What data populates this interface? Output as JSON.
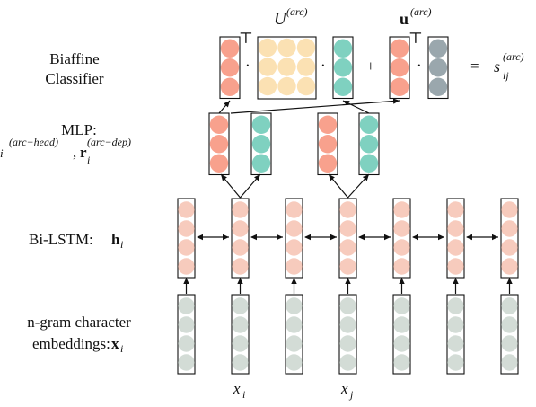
{
  "labels": {
    "biaffine_line1": "Biaffine",
    "biaffine_line2": "Classifier",
    "mlp_line1": "MLP:",
    "mlp_head_sub": "i",
    "mlp_head_sup": "(arc−head)",
    "mlp_sep": ",",
    "mlp_dep_base": "r",
    "mlp_dep_sub": "i",
    "mlp_dep_sup": "(arc−dep)",
    "bilstm_text": "Bi-LSTM:",
    "bilstm_sym": "h",
    "bilstm_sub": "i",
    "ngram_line1": "n-gram character",
    "ngram_line2": "embeddings:",
    "ngram_sym": "x",
    "ngram_sub": "i"
  },
  "equation": {
    "U_base": "U",
    "U_sup": "(arc)",
    "u_base": "u",
    "u_sup": "(arc)",
    "transpose1": "⊤",
    "transpose2": "⊤",
    "dot1": "·",
    "dot2": "·",
    "dot3": "·",
    "plus": "+",
    "equals": "=",
    "s_base": "s",
    "s_sup": "(arc)",
    "s_sub": "ij"
  },
  "tokens": {
    "xi_base": "x",
    "xi_sub": "i",
    "xj_base": "x",
    "xj_sub": "j"
  },
  "colors": {
    "salmon": "#f8a18d",
    "teal": "#7fd1c0",
    "cream": "#fbe1b3",
    "gray_blue": "#9aa7ad",
    "lstm_pink": "#f7cbbd",
    "embed_gray": "#d3dcd6"
  }
}
